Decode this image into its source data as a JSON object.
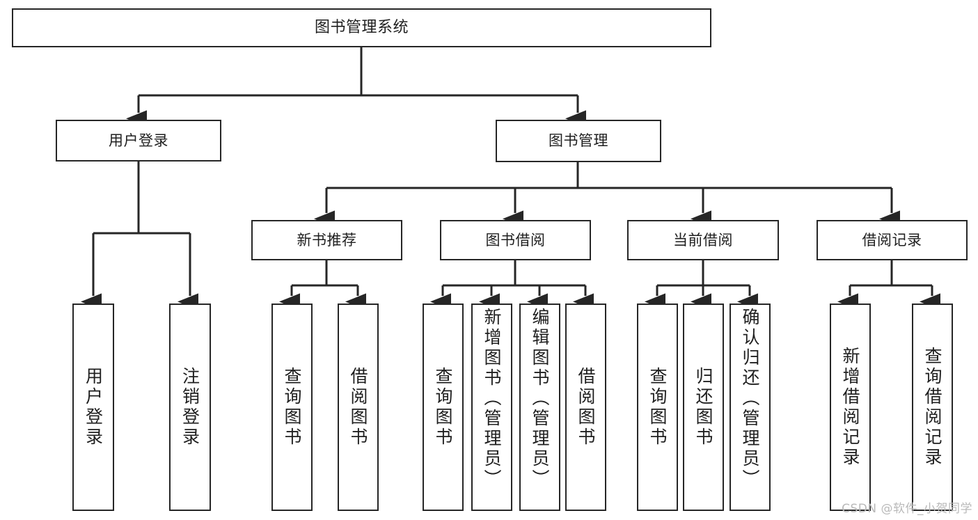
{
  "diagram": {
    "type": "tree",
    "title": "图书管理系统",
    "orientation": "top-down",
    "colors": {
      "node_border": "#262626",
      "node_fill": "#ffffff",
      "edge": "#262626",
      "text": "#1f1f1f",
      "watermark": "#b9b9b9",
      "background": "#ffffff"
    }
  },
  "watermark": {
    "text": "CSDN @软件_小贺同学"
  },
  "nodes": {
    "root": {
      "label": "图书管理系统"
    },
    "level2": [
      {
        "id": "user-login",
        "label": "用户登录"
      },
      {
        "id": "book-manage",
        "label": "图书管理"
      }
    ],
    "level3": [
      {
        "id": "new-book-recommend",
        "label": "新书推荐"
      },
      {
        "id": "book-borrow",
        "label": "图书借阅"
      },
      {
        "id": "current-borrow",
        "label": "当前借阅"
      },
      {
        "id": "borrow-record",
        "label": "借阅记录"
      }
    ],
    "leaves": {
      "user-login": [
        {
          "id": "leaf-user-login",
          "label": "用户登录"
        },
        {
          "id": "leaf-user-logout",
          "label": "注销登录"
        }
      ],
      "new-book-recommend": [
        {
          "id": "leaf-query-book-1",
          "label": "查询图书"
        },
        {
          "id": "leaf-borrow-book-1",
          "label": "借阅图书"
        }
      ],
      "book-borrow": [
        {
          "id": "leaf-query-book-2",
          "label": "查询图书"
        },
        {
          "id": "leaf-add-book",
          "label": "新增图书（管理员）"
        },
        {
          "id": "leaf-edit-book",
          "label": "编辑图书（管理员）"
        },
        {
          "id": "leaf-borrow-book-2",
          "label": "借阅图书"
        }
      ],
      "current-borrow": [
        {
          "id": "leaf-query-book-3",
          "label": "查询图书"
        },
        {
          "id": "leaf-return-book",
          "label": "归还图书"
        },
        {
          "id": "leaf-confirm-return",
          "label": "确认归还（管理员）"
        }
      ],
      "borrow-record": [
        {
          "id": "leaf-add-record",
          "label": "新增借阅记录"
        },
        {
          "id": "leaf-query-record",
          "label": "查询借阅记录"
        }
      ]
    }
  }
}
